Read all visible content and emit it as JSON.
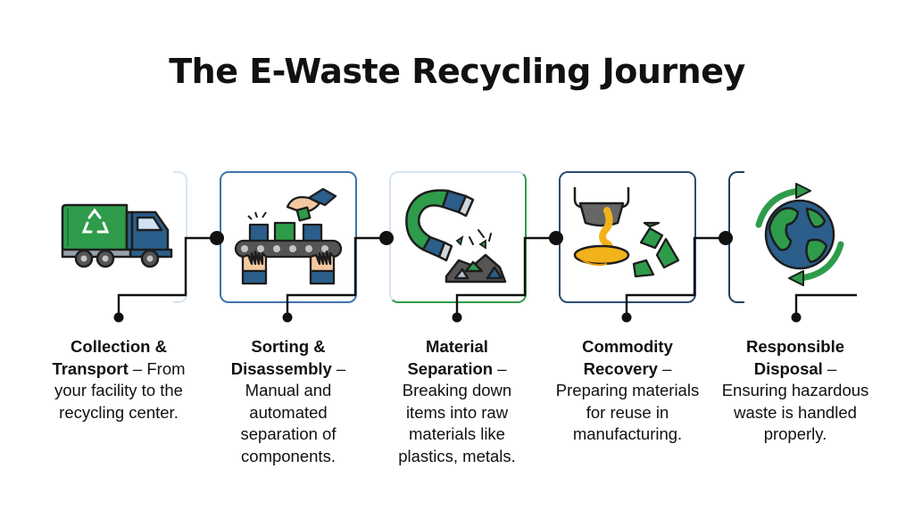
{
  "title": "The E-Waste Recycling Journey",
  "steps": [
    {
      "heading": "Collection & Transport",
      "text": "From your facility to the recycling center.",
      "icon": "garbage-truck-icon"
    },
    {
      "heading": "Sorting & Disassembly",
      "text": "Manual and automated separation of components.",
      "icon": "conveyor-sorting-icon"
    },
    {
      "heading": "Material Separation",
      "text": "Breaking down items into raw materials like plastics, metals.",
      "icon": "magnet-icon"
    },
    {
      "heading": "Commodity Recovery",
      "text": "Preparing materials for reuse in manufacturing.",
      "icon": "molten-metal-recycle-icon"
    },
    {
      "heading": "Responsible Disposal",
      "text": "Ensuring hazardous waste is handled properly.",
      "icon": "earth-recycle-icon"
    }
  ],
  "separator": "–",
  "colors": {
    "green": "#2e9c4a",
    "navy": "#23466b",
    "blue": "#3f74a8",
    "light_blue": "#d6e6f4",
    "gold": "#f2b21c"
  }
}
